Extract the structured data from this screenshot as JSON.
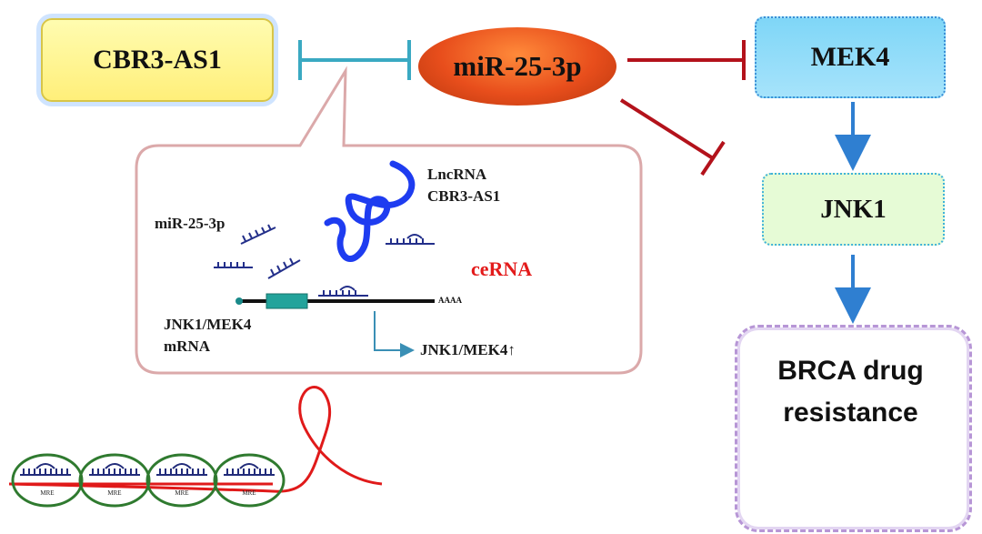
{
  "nodes": {
    "cbr3": "CBR3-AS1",
    "mir": "miR-25-3p",
    "mek4": "MEK4",
    "jnk1": "JNK1",
    "brca_line1": "BRCA drug",
    "brca_line2": "resistance"
  },
  "inset": {
    "lncrna_line1": "LncRNA",
    "lncrna_line2": "CBR3-AS1",
    "mirna": "miR-25-3p",
    "cerna": "ceRNA",
    "mrna_line1": "JNK1/MEK4",
    "mrna_line2": "mRNA",
    "polya": "AAAA",
    "output": "JNK1/MEK4↑"
  },
  "mre_label": "MRE",
  "colors": {
    "inhibit_teal": "#3aa9c2",
    "inhibit_red": "#b3121b",
    "activate_blue": "#2f7fd1",
    "lncrna_blue": "#1e3cf0",
    "cerna_red": "#e31b1b",
    "mre_green": "#2f7a2f",
    "mrna_red": "#e01a1a"
  }
}
